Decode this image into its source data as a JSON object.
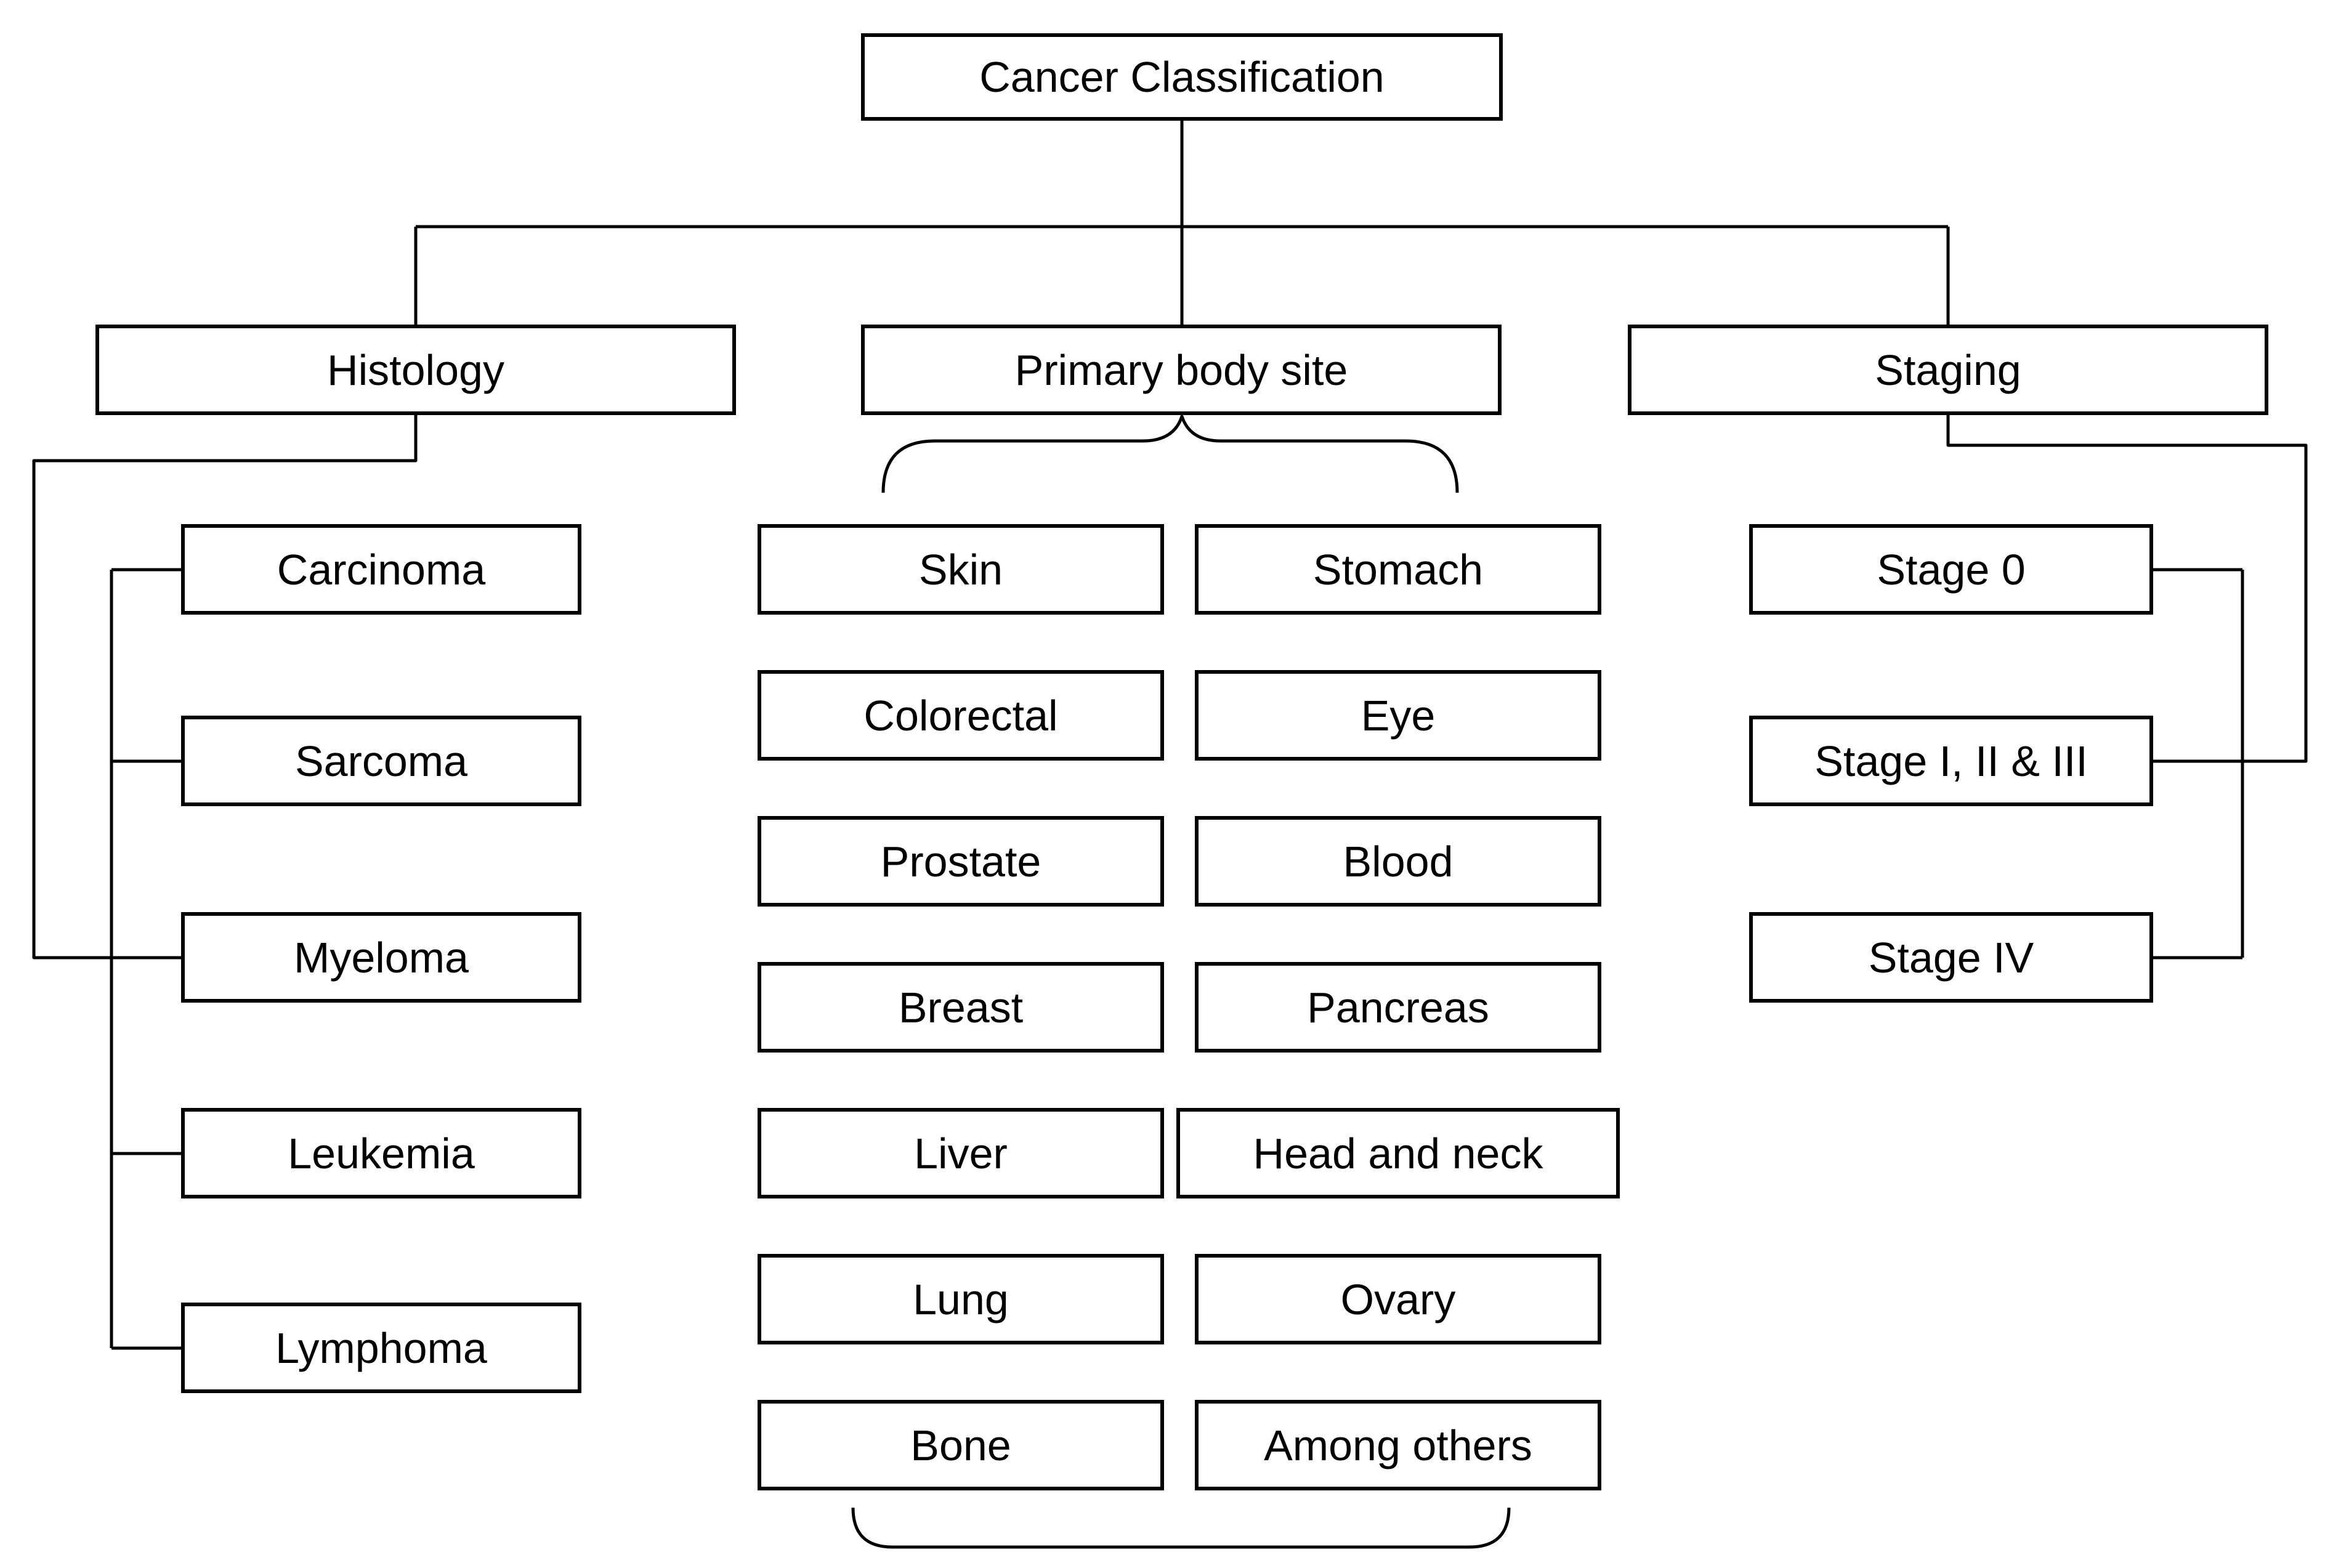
{
  "title": {
    "label": "Cancer Classification"
  },
  "branches": {
    "histology": {
      "label": "Histology",
      "items": [
        "Carcinoma",
        "Sarcoma",
        "Myeloma",
        "Leukemia",
        "Lymphoma"
      ]
    },
    "primary_body_site": {
      "label": "Primary body site",
      "column_1": [
        "Skin",
        "Colorectal",
        "Prostate",
        "Breast",
        "Liver",
        "Lung",
        "Bone"
      ],
      "column_2": [
        "Stomach",
        "Eye",
        "Blood",
        "Pancreas",
        "Head and neck",
        "Ovary",
        "Among others"
      ]
    },
    "staging": {
      "label": "Staging",
      "items": [
        "Stage 0",
        "Stage I, II & III",
        "Stage IV"
      ]
    }
  },
  "colors": {
    "ink": "#000000",
    "paper": "#ffffff"
  }
}
